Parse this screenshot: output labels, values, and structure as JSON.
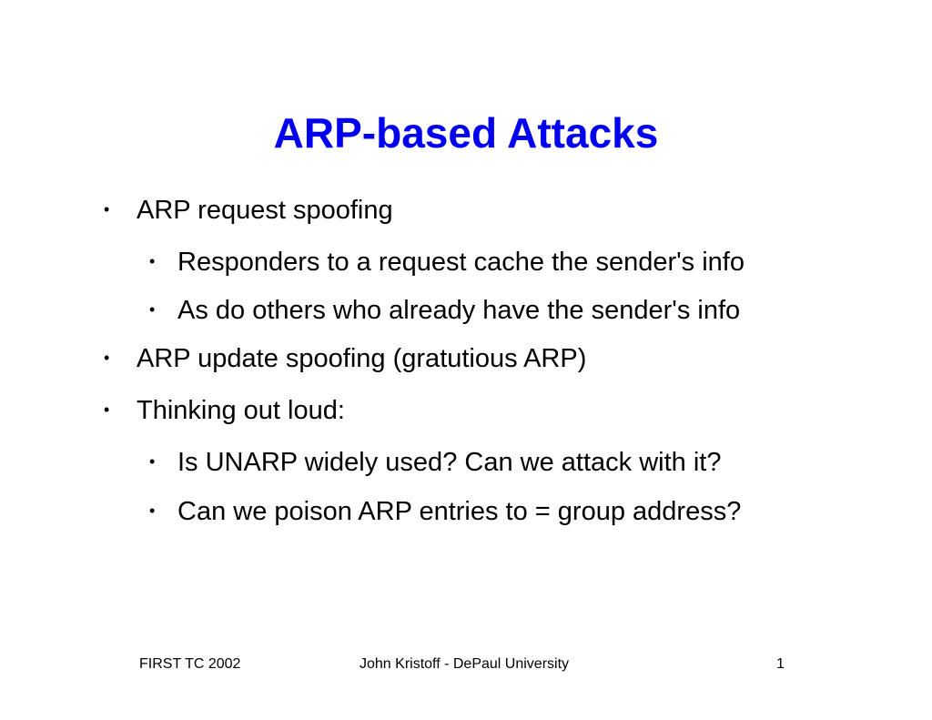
{
  "slide": {
    "title": "ARP-based Attacks",
    "title_color": "#0000ee",
    "bullets": [
      {
        "text": "ARP request spoofing"
      },
      {
        "text": "Responders to a request cache the sender's info"
      },
      {
        "text": "As do others who already have the sender's info"
      },
      {
        "text": "ARP update spoofing (gratutious ARP)"
      },
      {
        "text": "Thinking out loud:"
      },
      {
        "text": "Is UNARP widely used?  Can we attack with it?"
      },
      {
        "text": "Can we poison ARP entries to = group address?"
      }
    ],
    "bullet_glyph": "•"
  },
  "footer": {
    "left": "FIRST TC 2002",
    "center": "John Kristoff - DePaul University",
    "page_number": "1"
  }
}
